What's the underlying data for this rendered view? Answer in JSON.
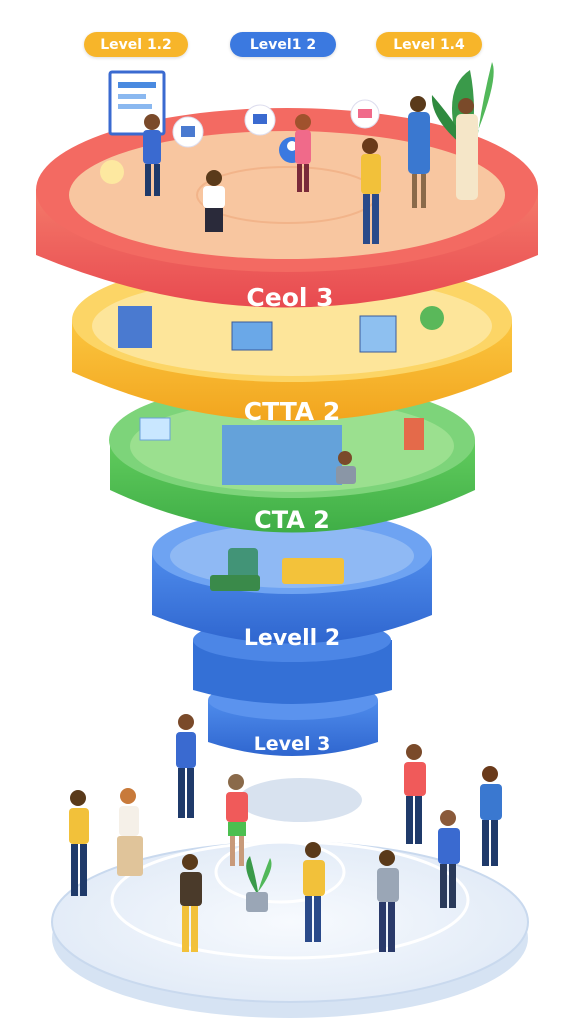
{
  "colors": {
    "red": "#f05a5a",
    "yellow": "#f7b52a",
    "green": "#4cbf50",
    "blue": "#3b79e0",
    "floor": "#e8f0fa"
  },
  "pills": [
    {
      "label": "Level 1.2",
      "bg": "#f7b52a",
      "fg": "#ffffff"
    },
    {
      "label": "Level1 2",
      "bg": "#3b79e0",
      "fg": "#ffffff"
    },
    {
      "label": "Level 1.4",
      "bg": "#f7b52a",
      "fg": "#ffffff"
    }
  ],
  "tiers": [
    {
      "label": "Ceol  3",
      "color": "red"
    },
    {
      "label": "CTTA 2",
      "color": "yellow"
    },
    {
      "label": "CTA 2",
      "color": "green"
    },
    {
      "label": "Levell 2",
      "color": "blue"
    },
    {
      "label": "Level 3",
      "color": "blue"
    }
  ]
}
